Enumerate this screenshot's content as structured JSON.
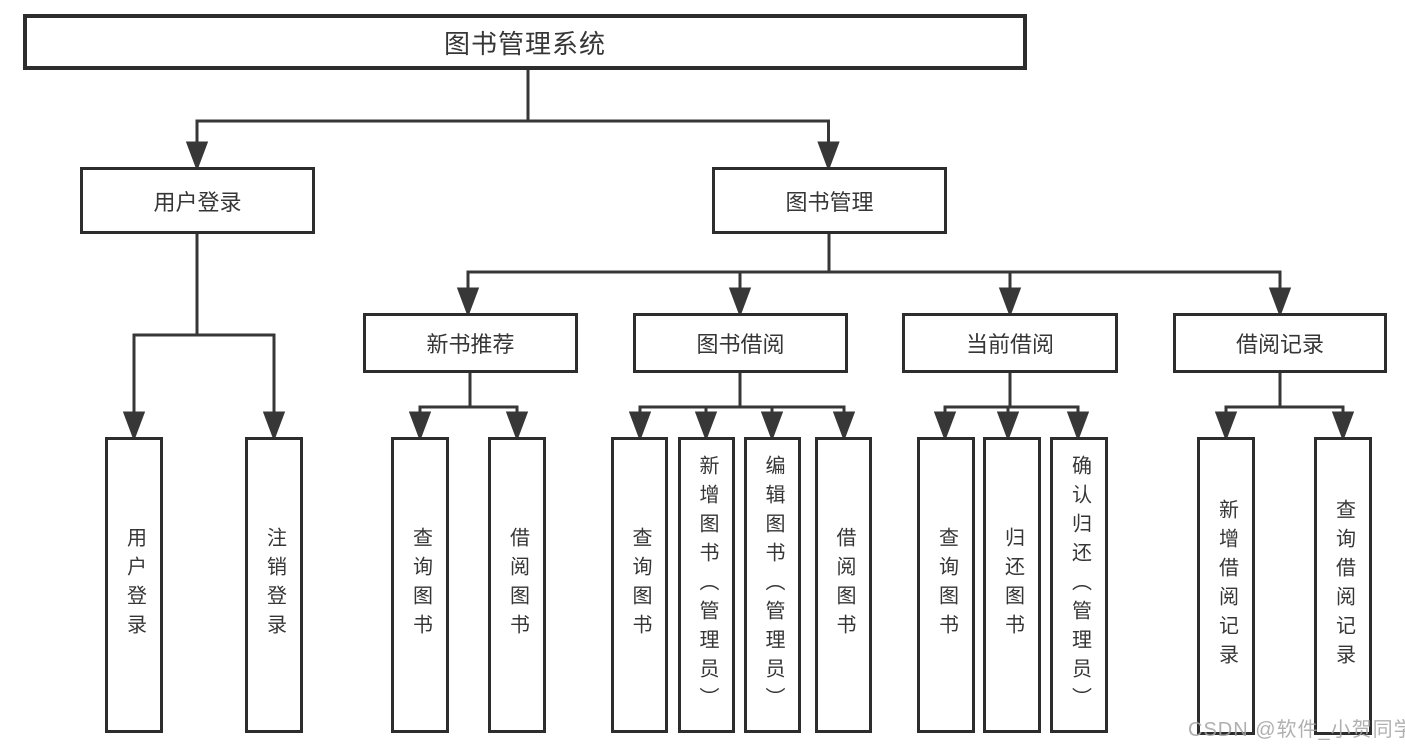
{
  "diagram": {
    "root": {
      "label": "图书管理系统"
    },
    "level2": {
      "user_login": {
        "label": "用户登录"
      },
      "book_management": {
        "label": "图书管理"
      }
    },
    "level3": {
      "new_book_recommendation": {
        "label": "新书推荐"
      },
      "book_borrowing": {
        "label": "图书借阅"
      },
      "current_borrowing": {
        "label": "当前借阅"
      },
      "borrowing_records": {
        "label": "借阅记录"
      }
    },
    "leaves": {
      "login": [
        "用户登录",
        "注销登录"
      ],
      "recommend": [
        "查询图书",
        "借阅图书"
      ],
      "borrow": [
        "查询图书",
        "新增图书（管理员）",
        "编辑图书（管理员）",
        "借阅图书"
      ],
      "current": [
        "查询图书",
        "归还图书",
        "确认归还（管理员）"
      ],
      "records": [
        "新增借阅记录",
        "查询借阅记录"
      ]
    }
  },
  "watermark": "CSDN @软件_小贺同学",
  "colors": {
    "line": "#373737",
    "box_border": "#2d2d2d",
    "text": "#363636",
    "watermark": "#a6a6a6",
    "background": "#ffffff"
  }
}
